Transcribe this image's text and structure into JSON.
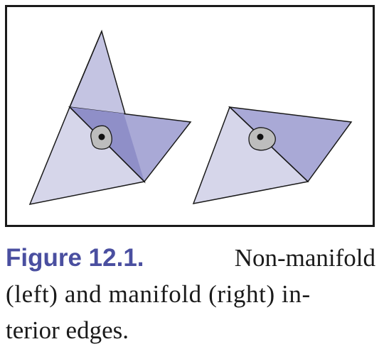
{
  "figure": {
    "label": "Figure 12.1.",
    "caption_line1": "Non-manifold",
    "caption_line2": "(left) and manifold (right) in-",
    "caption_line3": "terior edges."
  },
  "colors": {
    "face_light": "#d6d6ea",
    "face_mid": "#c4c4e2",
    "face_dark": "#9c9cd0",
    "face_overlap": "#8a8ac6",
    "disk": "#bdbdbd",
    "outline": "#1a1a1a",
    "label_blue": "#4a4fa0"
  }
}
